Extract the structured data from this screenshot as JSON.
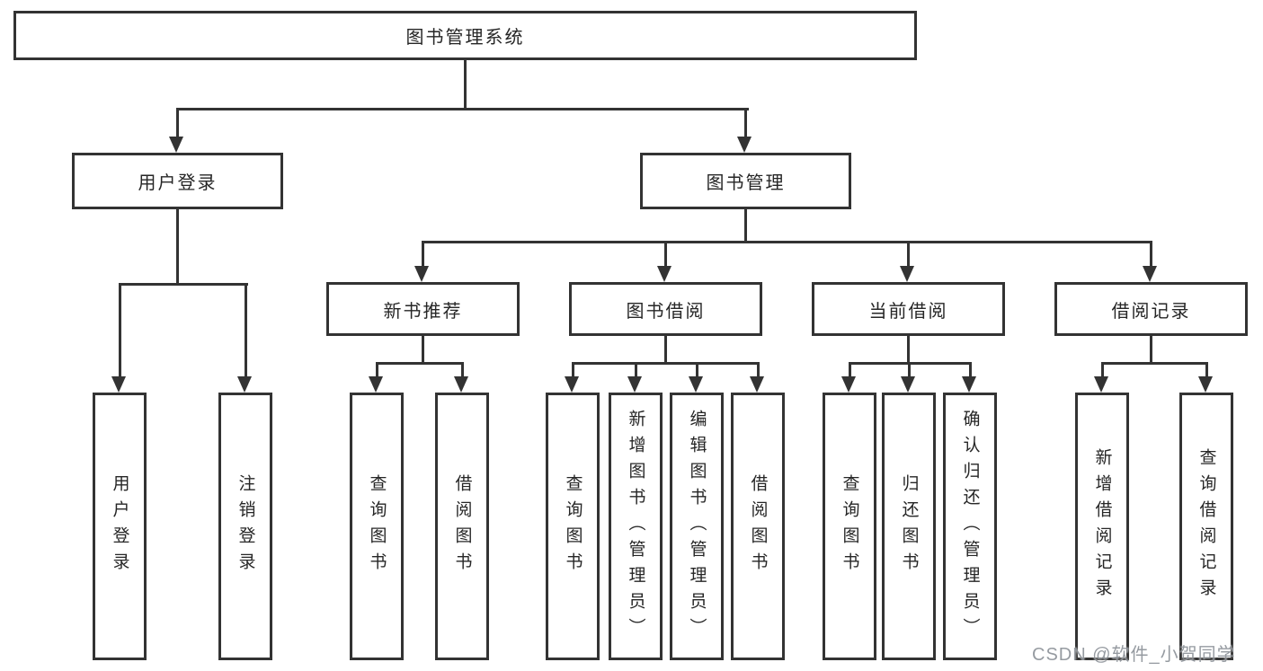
{
  "diagram": {
    "root": {
      "label": "图书管理系统"
    },
    "branches": [
      {
        "label": "用户登录",
        "children": [
          {
            "label": "用户登录"
          },
          {
            "label": "注销登录"
          }
        ]
      },
      {
        "label": "图书管理",
        "children": [
          {
            "label": "新书推荐",
            "children": [
              {
                "label": "查询图书"
              },
              {
                "label": "借阅图书"
              }
            ]
          },
          {
            "label": "图书借阅",
            "children": [
              {
                "label": "查询图书"
              },
              {
                "label": "新增图书（管理员）"
              },
              {
                "label": "编辑图书（管理员）"
              },
              {
                "label": "借阅图书"
              }
            ]
          },
          {
            "label": "当前借阅",
            "children": [
              {
                "label": "查询图书"
              },
              {
                "label": "归还图书"
              },
              {
                "label": "确认归还（管理员）"
              }
            ]
          },
          {
            "label": "借阅记录",
            "children": [
              {
                "label": "新增借阅记录"
              },
              {
                "label": "查询借阅记录"
              }
            ]
          }
        ]
      }
    ]
  },
  "watermark": {
    "text": "CSDN @软件_小贺同学"
  },
  "colors": {
    "line": "#333333",
    "text": "#262626",
    "background": "#ffffff",
    "watermark": "#888d94"
  }
}
